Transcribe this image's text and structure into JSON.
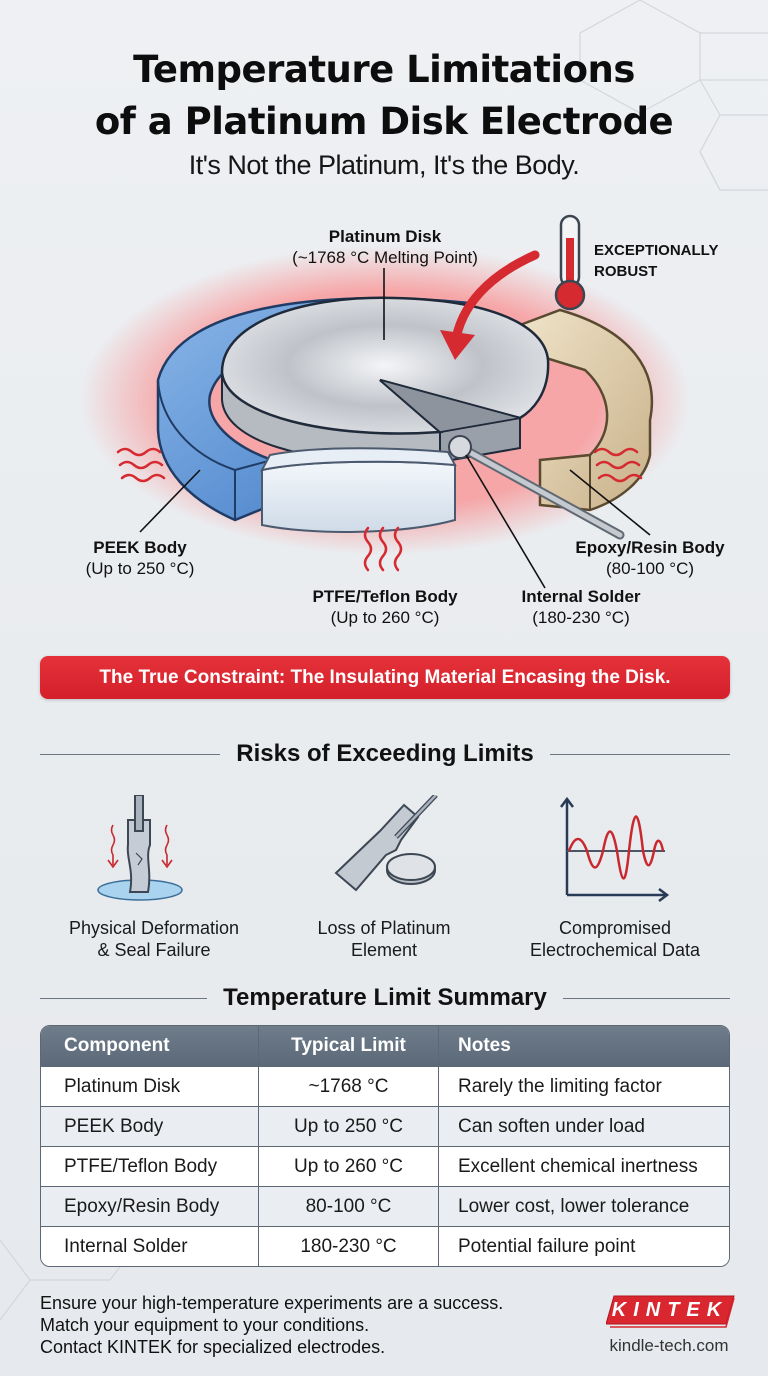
{
  "header": {
    "title_line1": "Temperature Limitations",
    "title_line2": "of a Platinum Disk Electrode",
    "subtitle": "It's Not the Platinum, It's the Body."
  },
  "diagram": {
    "platinum_disk": {
      "label": "Platinum Disk",
      "detail": "(~1768 °C Melting Point)"
    },
    "thermometer_note": {
      "line1": "EXCEPTIONALLY",
      "line2": "ROBUST"
    },
    "peek_body": {
      "label": "PEEK Body",
      "detail": "(Up to 250 °C)"
    },
    "ptfe_body": {
      "label": "PTFE/Teflon Body",
      "detail": "(Up to 260 °C)"
    },
    "internal_solder": {
      "label": "Internal Solder",
      "detail": "(180-230 °C)"
    },
    "epoxy_body": {
      "label": "Epoxy/Resin Body",
      "detail": "(80-100 °C)"
    },
    "colors": {
      "peek": "#5b93d6",
      "ptfe": "#dfe8f2",
      "epoxy": "#dcc9a6",
      "platinum": "#c9ccd1",
      "heat": "#d42a30"
    }
  },
  "banner": {
    "text": "The True Constraint: The Insulating Material Encasing the Disk.",
    "color": "#d9262f"
  },
  "risks": {
    "heading": "Risks of Exceeding Limits",
    "items": [
      {
        "icon": "melting-electrode-icon",
        "line1": "Physical Deformation",
        "line2": "& Seal Failure"
      },
      {
        "icon": "detached-disk-icon",
        "line1": "Loss of Platinum",
        "line2": "Element"
      },
      {
        "icon": "noisy-signal-chart-icon",
        "line1": "Compromised",
        "line2": "Electrochemical Data"
      }
    ]
  },
  "summary": {
    "heading": "Temperature Limit Summary",
    "columns": [
      "Component",
      "Typical Limit",
      "Notes"
    ],
    "rows": [
      [
        "Platinum Disk",
        "~1768 °C",
        "Rarely the limiting factor"
      ],
      [
        "PEEK Body",
        "Up to 250 °C",
        "Can soften under load"
      ],
      [
        "PTFE/Teflon Body",
        "Up to 260 °C",
        "Excellent chemical inertness"
      ],
      [
        "Epoxy/Resin Body",
        "80-100 °C",
        "Lower cost, lower tolerance"
      ],
      [
        "Internal Solder",
        "180-230 °C",
        "Potential failure point"
      ]
    ]
  },
  "footer": {
    "line1": "Ensure your high-temperature experiments are a success.",
    "line2": "Match your equipment to your conditions.",
    "line3": "Contact KINTEK for specialized electrodes.",
    "logo_text": "KINTEK",
    "website": "kindle-tech.com",
    "brand_color": "#d9262f"
  }
}
